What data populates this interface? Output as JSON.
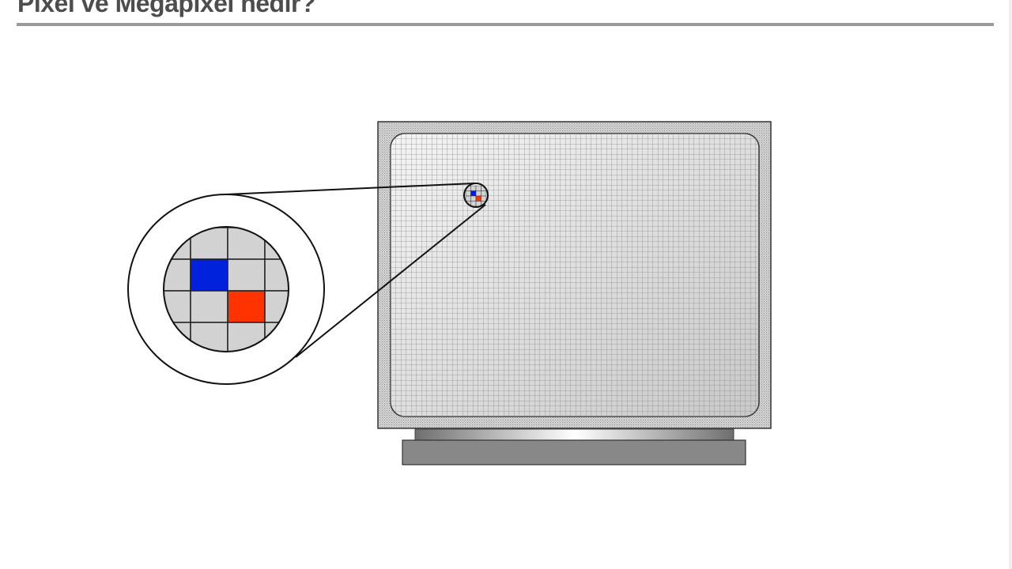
{
  "slide": {
    "title": "Pixel ve Megapixel nedir?"
  },
  "diagram": {
    "zoom_cells": [
      {
        "row": 1,
        "col": 1,
        "color": "#0022dd"
      },
      {
        "row": 2,
        "col": 2,
        "color": "#ff3300"
      }
    ],
    "cell_base_color": "#d2d2d2",
    "grid_line_color": "#222222"
  }
}
